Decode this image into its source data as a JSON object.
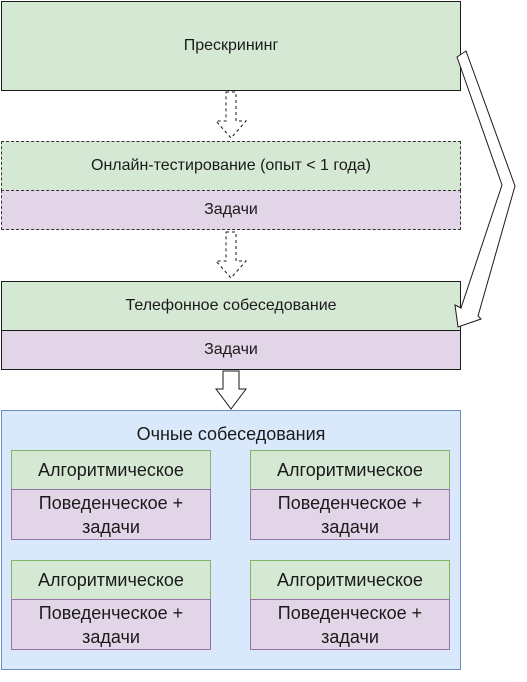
{
  "nodes": {
    "prescreening": "Прескрининг",
    "online_testing": "Онлайн-тестирование (опыт < 1 года)",
    "online_tasks": "Задачи",
    "phone_interview": "Телефонное собеседование",
    "phone_tasks": "Задачи",
    "onsite": {
      "title": "Очные собеседования",
      "cards": [
        {
          "top": "Алгоритмическое",
          "bottom": "Поведенческое +\nзадачи"
        },
        {
          "top": "Алгоритмическое",
          "bottom": "Поведенческое +\nзадачи"
        },
        {
          "top": "Алгоритмическое",
          "bottom": "Поведенческое +\nзадачи"
        },
        {
          "top": "Алгоритмическое",
          "bottom": "Поведенческое +\nзадачи"
        }
      ]
    }
  },
  "colors": {
    "stage_fill": "#d5e8d4",
    "tasks_fill": "#e1d5e7",
    "onsite_fill": "#dae8fc",
    "onsite_border": "#6c8ebf",
    "stage_border": "#82b366",
    "tasks_border": "#9673a6"
  }
}
